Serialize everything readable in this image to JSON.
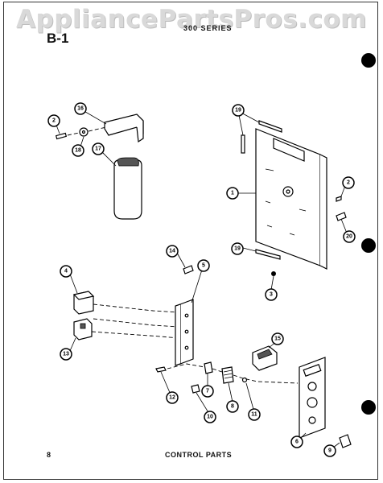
{
  "watermark": "AppliancePartsPros.com",
  "ref_code": "B-1",
  "series_label": "300 SERIES",
  "page_number": "8",
  "caption": "CONTROL PARTS",
  "callouts": [
    "1",
    "2",
    "3",
    "4",
    "5",
    "6",
    "7",
    "8",
    "9",
    "10",
    "11",
    "12",
    "13",
    "14",
    "15",
    "16",
    "17",
    "18",
    "19",
    "20"
  ],
  "colors": {
    "ink": "#000000",
    "watermark": "#d9d9d9",
    "paper": "#ffffff"
  }
}
